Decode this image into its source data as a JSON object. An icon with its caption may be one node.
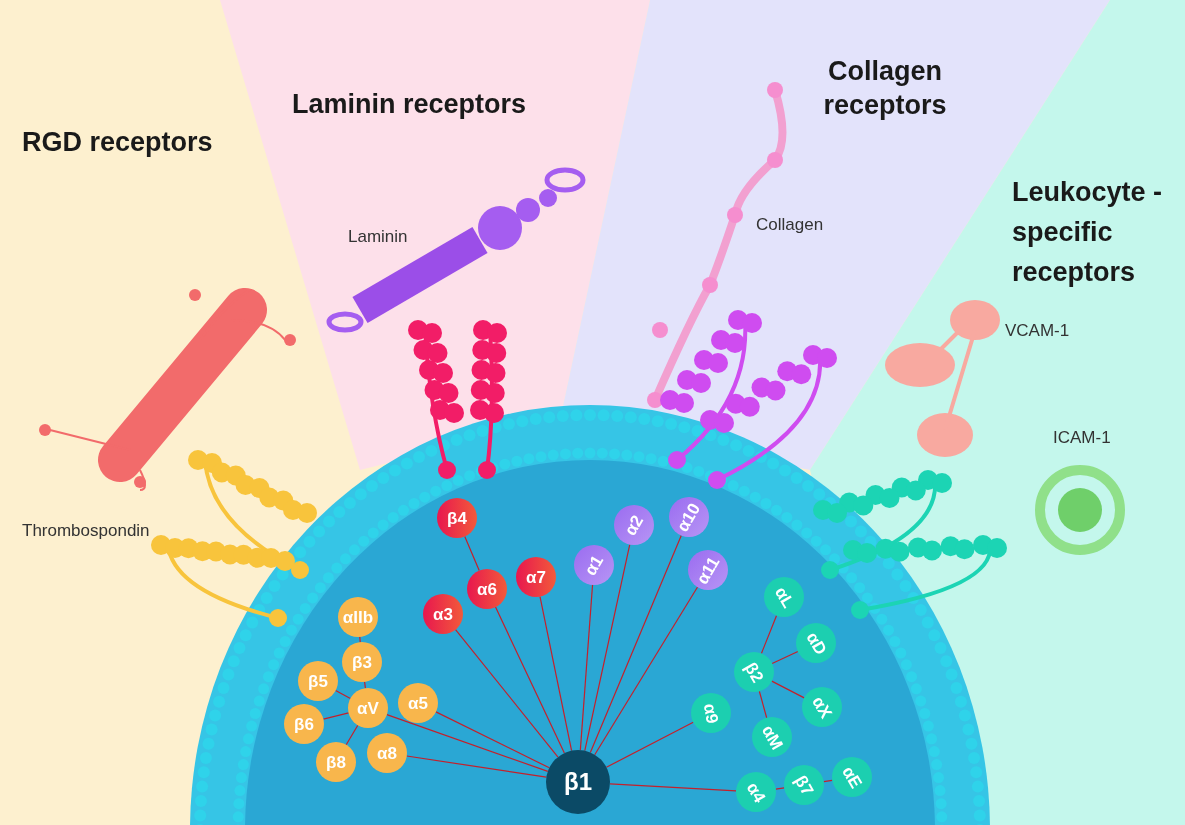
{
  "diagram": {
    "nodes": [
      {
        "text": [
          "β4"
        ]
      },
      {
        "text": [
          "α2"
        ]
      },
      {
        "text": [
          "α10"
        ]
      },
      {
        "text": [
          "α1"
        ]
      },
      {
        "text": [
          "α7"
        ]
      },
      {
        "text": [
          "α6"
        ]
      },
      {
        "text": [
          "α11"
        ]
      },
      {
        "text": [
          "α3"
        ]
      },
      {
        "text": [
          "αL"
        ]
      },
      {
        "text": [
          "αIIb"
        ]
      },
      {
        "text": [
          "αD"
        ]
      },
      {
        "text": [
          "β3"
        ]
      },
      {
        "text": [
          "β2"
        ]
      },
      {
        "text": [
          "β5"
        ]
      },
      {
        "text": [
          "α5"
        ]
      },
      {
        "text": [
          "αV"
        ]
      },
      {
        "text": [
          "αX"
        ]
      },
      {
        "text": [
          "α9"
        ]
      },
      {
        "text": [
          "β6"
        ]
      },
      {
        "text": [
          "αM"
        ]
      },
      {
        "text": [
          "α8"
        ]
      },
      {
        "text": [
          "β8"
        ]
      },
      {
        "text": [
          "αE"
        ]
      },
      {
        "text": [
          "β1"
        ]
      },
      {
        "text": [
          "β7"
        ]
      },
      {
        "text": [
          "α4"
        ]
      }
    ],
    "edges": [
      {
        "from": 23,
        "to": 7,
        "arrow": "none"
      },
      {
        "from": 23,
        "to": 5,
        "arrow": "none"
      },
      {
        "from": 23,
        "to": 4,
        "arrow": "none"
      },
      {
        "from": 23,
        "to": 3,
        "arrow": "none"
      },
      {
        "from": 23,
        "to": 1,
        "arrow": "none"
      },
      {
        "from": 23,
        "to": 2,
        "arrow": "none"
      },
      {
        "from": 23,
        "to": 6,
        "arrow": "none"
      },
      {
        "from": 23,
        "to": 17,
        "arrow": "none"
      },
      {
        "from": 23,
        "to": 25,
        "arrow": "none"
      },
      {
        "from": 23,
        "to": 14,
        "arrow": "none"
      },
      {
        "from": 23,
        "to": 15,
        "arrow": "none"
      },
      {
        "from": 23,
        "to": 20,
        "arrow": "none"
      },
      {
        "from": 0,
        "to": 5,
        "arrow": "none"
      },
      {
        "from": 9,
        "to": 11,
        "arrow": "none"
      },
      {
        "from": 11,
        "to": 15,
        "arrow": "none"
      },
      {
        "from": 13,
        "to": 15,
        "arrow": "none"
      },
      {
        "from": 18,
        "to": 15,
        "arrow": "none"
      },
      {
        "from": 21,
        "to": 15,
        "arrow": "none"
      },
      {
        "from": 12,
        "to": 8,
        "arrow": "none"
      },
      {
        "from": 12,
        "to": 10,
        "arrow": "none"
      },
      {
        "from": 12,
        "to": 16,
        "arrow": "none"
      },
      {
        "from": 12,
        "to": 19,
        "arrow": "none"
      },
      {
        "from": 25,
        "to": 24,
        "arrow": "none"
      },
      {
        "from": 24,
        "to": 22,
        "arrow": "none"
      }
    ],
    "labels": [
      "Laminin receptors",
      "Collagen receptors",
      "RGD receptors",
      "Leukocyte -specific receptors",
      "Laminin",
      "Collagen",
      "VCAM-1",
      "ICAM-1",
      "Thrombospondin"
    ]
  }
}
